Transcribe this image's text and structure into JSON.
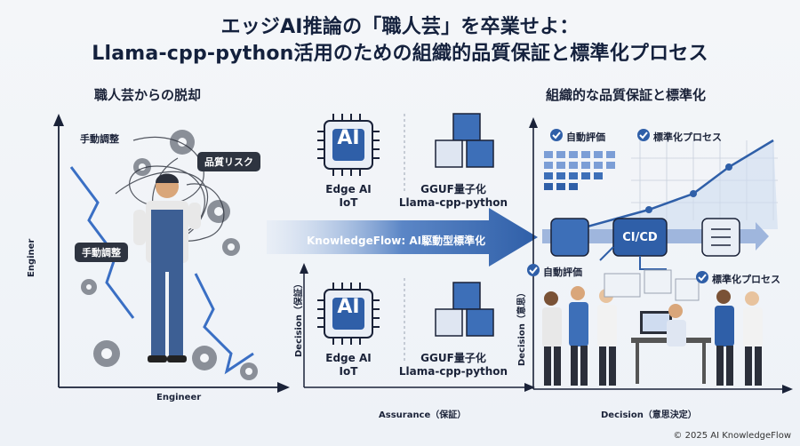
{
  "title": {
    "line1": "エッジAI推論の「職人芸」を卒業せよ：",
    "line2": "Llama-cpp-python活用のための組織的品質保証と標準化プロセス"
  },
  "left": {
    "heading": "職人芸からの脱却",
    "tag_manual_top": "手動調整",
    "tag_quality_risk": "品質リスク",
    "tag_manual_left": "手動調整",
    "axis_y": "Enginer",
    "axis_x": "Engineer"
  },
  "middle": {
    "chip_text": "AI",
    "edge_label_line1": "Edge AI",
    "edge_label_line2": "IoT",
    "gguf_label_line1": "GGUF量子化",
    "gguf_label_line2": "Llama-cpp-python",
    "arrow_label": "KnowledgeFlow: AI駆動型標準化",
    "axis_y": "Decision（保証）",
    "axis_x": "Assurance（保証）"
  },
  "right": {
    "heading": "組織的な品質保証と標準化",
    "check_auto_eval_top": "自動評価",
    "check_standard_top": "標準化プロセス",
    "cicd": "CI/CD",
    "check_auto_eval_bottom": "自動評価",
    "check_standard_bottom": "標準化プロセス",
    "axis_y": "Decision（意思）",
    "axis_x": "Decision（意思決定）"
  },
  "footer": "© 2025 AI KnowledgeFlow",
  "colors": {
    "accent_blue": "#2f5fa8",
    "dark_navy": "#14213d",
    "tag_dark": "#2e3440"
  }
}
